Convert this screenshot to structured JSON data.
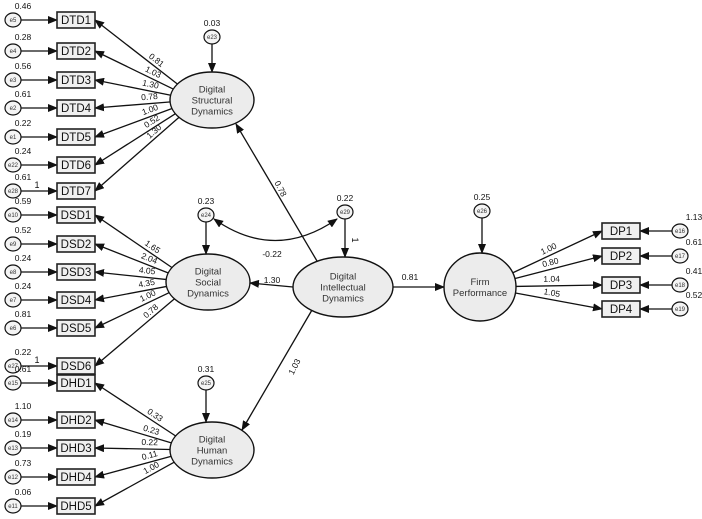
{
  "diagram": {
    "type": "structural-equation-model",
    "latents": [
      {
        "id": "DSTD",
        "label": [
          "Digital",
          "Structural",
          "Dynamics"
        ],
        "error": "e23",
        "error_var": "0.03"
      },
      {
        "id": "DSSD",
        "label": [
          "Digital",
          "Social",
          "Dynamics"
        ],
        "error": "e24",
        "error_var": "0.23"
      },
      {
        "id": "DHD",
        "label": [
          "Digital",
          "Human",
          "Dynamics"
        ],
        "error": "e25",
        "error_var": "0.31"
      },
      {
        "id": "DID",
        "label": [
          "Digital",
          "Intellectual",
          "Dynamics"
        ],
        "error": "e29",
        "error_var": "0.22"
      },
      {
        "id": "FP",
        "label": [
          "Firm",
          "Performance"
        ],
        "error": "e26",
        "error_var": "0.25"
      }
    ],
    "indicators": [
      {
        "name": "DTD1",
        "latent": "DSTD",
        "loading": "0.81",
        "error": "e5",
        "error_var": "0.46"
      },
      {
        "name": "DTD2",
        "latent": "DSTD",
        "loading": "1.03",
        "error": "e4",
        "error_var": "0.28"
      },
      {
        "name": "DTD3",
        "latent": "DSTD",
        "loading": "1.30",
        "error": "e3",
        "error_var": "0.56"
      },
      {
        "name": "DTD4",
        "latent": "DSTD",
        "loading": "0.78",
        "error": "e2",
        "error_var": "0.61"
      },
      {
        "name": "DTD5",
        "latent": "DSTD",
        "loading": "1.00",
        "error": "e1",
        "error_var": "0.22"
      },
      {
        "name": "DTD6",
        "latent": "DSTD",
        "loading": "0.52",
        "error": "e22",
        "error_var": "0.24"
      },
      {
        "name": "DTD7",
        "latent": "DSTD",
        "loading": "1.30",
        "error": "e28",
        "error_var": "0.61",
        "fixed": "1"
      },
      {
        "name": "DSD1",
        "latent": "DSSD",
        "loading": "1.65",
        "error": "e10",
        "error_var": "0.59"
      },
      {
        "name": "DSD2",
        "latent": "DSSD",
        "loading": "2.04",
        "error": "e9",
        "error_var": "0.52"
      },
      {
        "name": "DSD3",
        "latent": "DSSD",
        "loading": "4.05",
        "error": "e8",
        "error_var": "0.24"
      },
      {
        "name": "DSD4",
        "latent": "DSSD",
        "loading": "4.35",
        "error": "e7",
        "error_var": "0.24"
      },
      {
        "name": "DSD5",
        "latent": "DSSD",
        "loading": "1.00",
        "error": "e6",
        "error_var": "0.81"
      },
      {
        "name": "DSD6",
        "latent": "DSSD",
        "loading": "0.78",
        "error": "e27",
        "error_var": "0.22",
        "fixed": "1"
      },
      {
        "name": "DHD1",
        "latent": "DHD",
        "loading": "0.33",
        "error": "e15",
        "error_var": "0.61"
      },
      {
        "name": "DHD2",
        "latent": "DHD",
        "loading": "0.23",
        "error": "e14",
        "error_var": "1.10"
      },
      {
        "name": "DHD3",
        "latent": "DHD",
        "loading": "0.22",
        "error": "e13",
        "error_var": "0.19"
      },
      {
        "name": "DHD4",
        "latent": "DHD",
        "loading": "0.11",
        "error": "e12",
        "error_var": "0.73"
      },
      {
        "name": "DHD5",
        "latent": "DHD",
        "loading": "1.00",
        "error": "e11",
        "error_var": "0.06"
      },
      {
        "name": "DP1",
        "latent": "FP",
        "loading": "1.00",
        "error": "e16",
        "error_var": "1.13"
      },
      {
        "name": "DP2",
        "latent": "FP",
        "loading": "0.80",
        "error": "e17",
        "error_var": "0.61"
      },
      {
        "name": "DP3",
        "latent": "FP",
        "loading": "1.04",
        "error": "e18",
        "error_var": "0.41"
      },
      {
        "name": "DP4",
        "latent": "FP",
        "loading": "1.05",
        "error": "e19",
        "error_var": "0.52"
      }
    ],
    "paths": [
      {
        "from": "DID",
        "to": "DSTD",
        "coef": "0.78"
      },
      {
        "from": "DID",
        "to": "DSSD",
        "coef": "1.30"
      },
      {
        "from": "DID",
        "to": "DHD",
        "coef": "1.03"
      },
      {
        "from": "DID",
        "to": "FP",
        "coef": "0.81"
      }
    ],
    "covariances": [
      {
        "from": "e24",
        "to": "e29",
        "coef": "-0.22"
      }
    ],
    "fixed_one_e29": "1"
  }
}
